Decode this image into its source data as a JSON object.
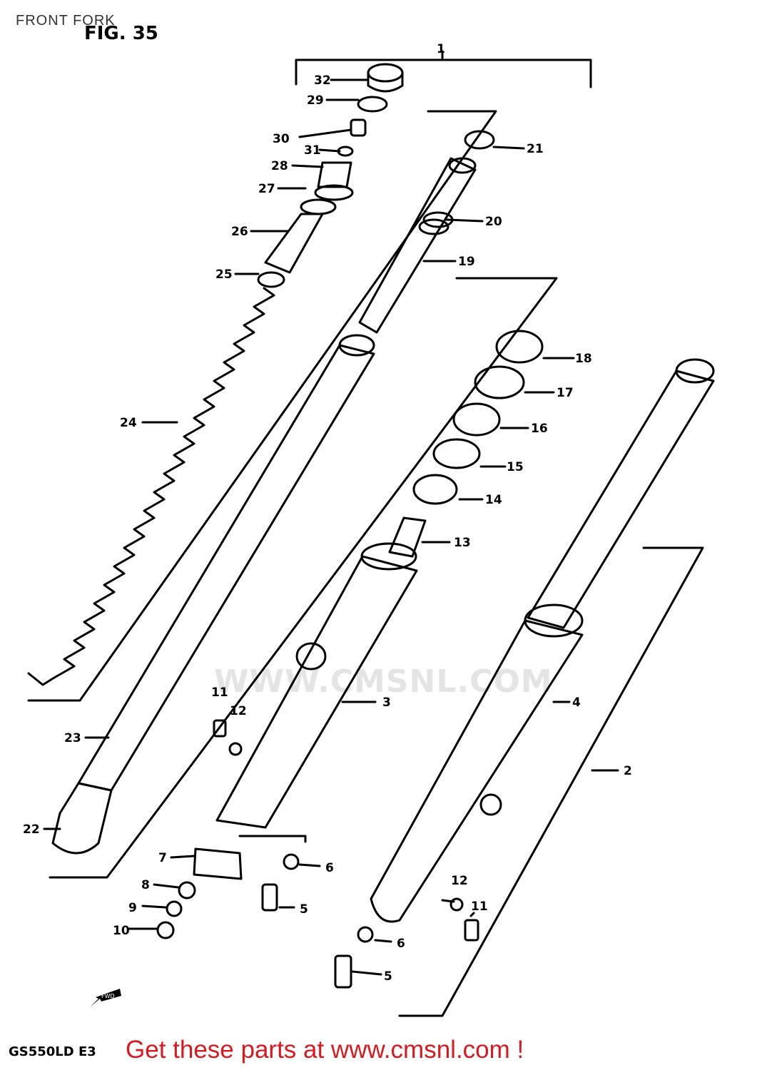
{
  "header": {
    "title": "FRONT FORK",
    "figure_label": "FIG. 35"
  },
  "footer": {
    "model_code": "GS550LD E3",
    "call_to_action": "Get these parts at www.cmsnl.com !"
  },
  "watermark": {
    "text": "WWW.CMSNL.COM"
  },
  "direction_marker": {
    "label": "FWD"
  },
  "callouts": [
    "1",
    "32",
    "29",
    "30",
    "31",
    "28",
    "27",
    "26",
    "25",
    "24",
    "21",
    "20",
    "19",
    "18",
    "17",
    "16",
    "15",
    "14",
    "13",
    "3",
    "4",
    "2",
    "11",
    "12",
    "23",
    "22",
    "7",
    "6",
    "8",
    "5",
    "9",
    "10",
    "6",
    "12",
    "11",
    "6",
    "5"
  ],
  "colors": {
    "line": "#000000",
    "cta": "#d71920",
    "watermark": "#e4e4e4"
  }
}
